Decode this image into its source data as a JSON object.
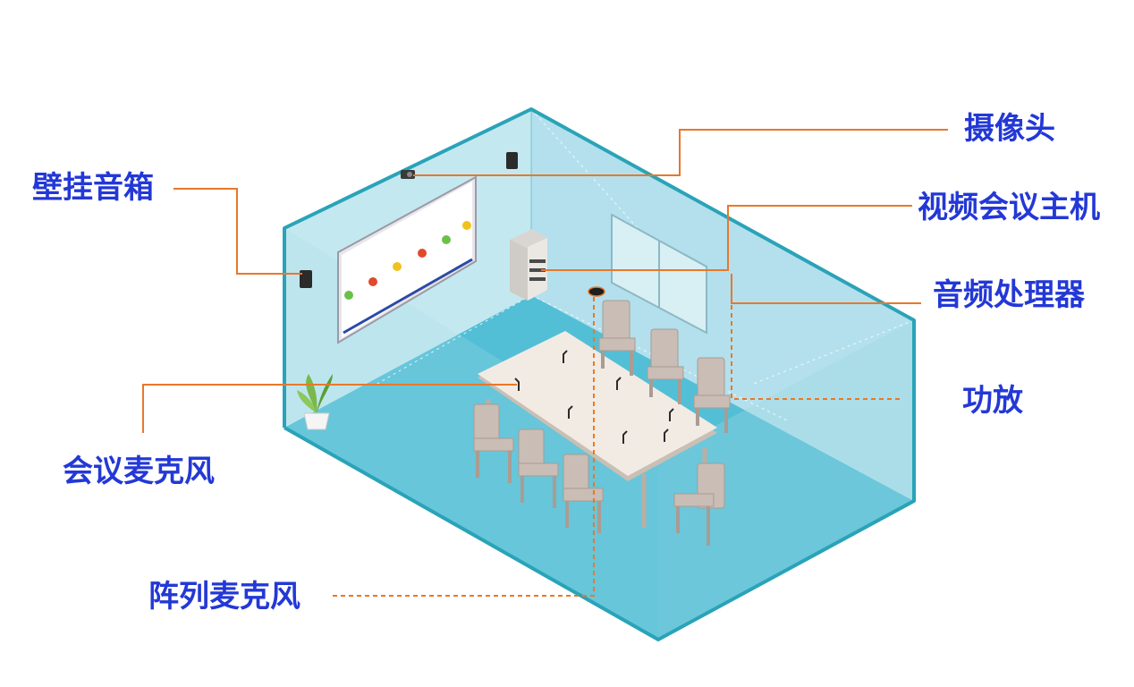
{
  "diagram": {
    "labels": {
      "wall_speaker": "壁挂音箱",
      "camera": "摄像头",
      "video_conference_host": "视频会议主机",
      "audio_processor": "音频处理器",
      "amplifier": "功放",
      "conference_microphone": "会议麦克风",
      "array_microphone": "阵列麦克风"
    },
    "colors": {
      "label_text": "#2338d6",
      "leader_line": "#e8782a",
      "room_edge": "#2aa3b8",
      "floor": "#52bfd6",
      "back_wall": "#bfe6ef",
      "side_wall": "#a9dceb",
      "table": "#f1e8de",
      "chair": "#c9bdb5"
    }
  }
}
